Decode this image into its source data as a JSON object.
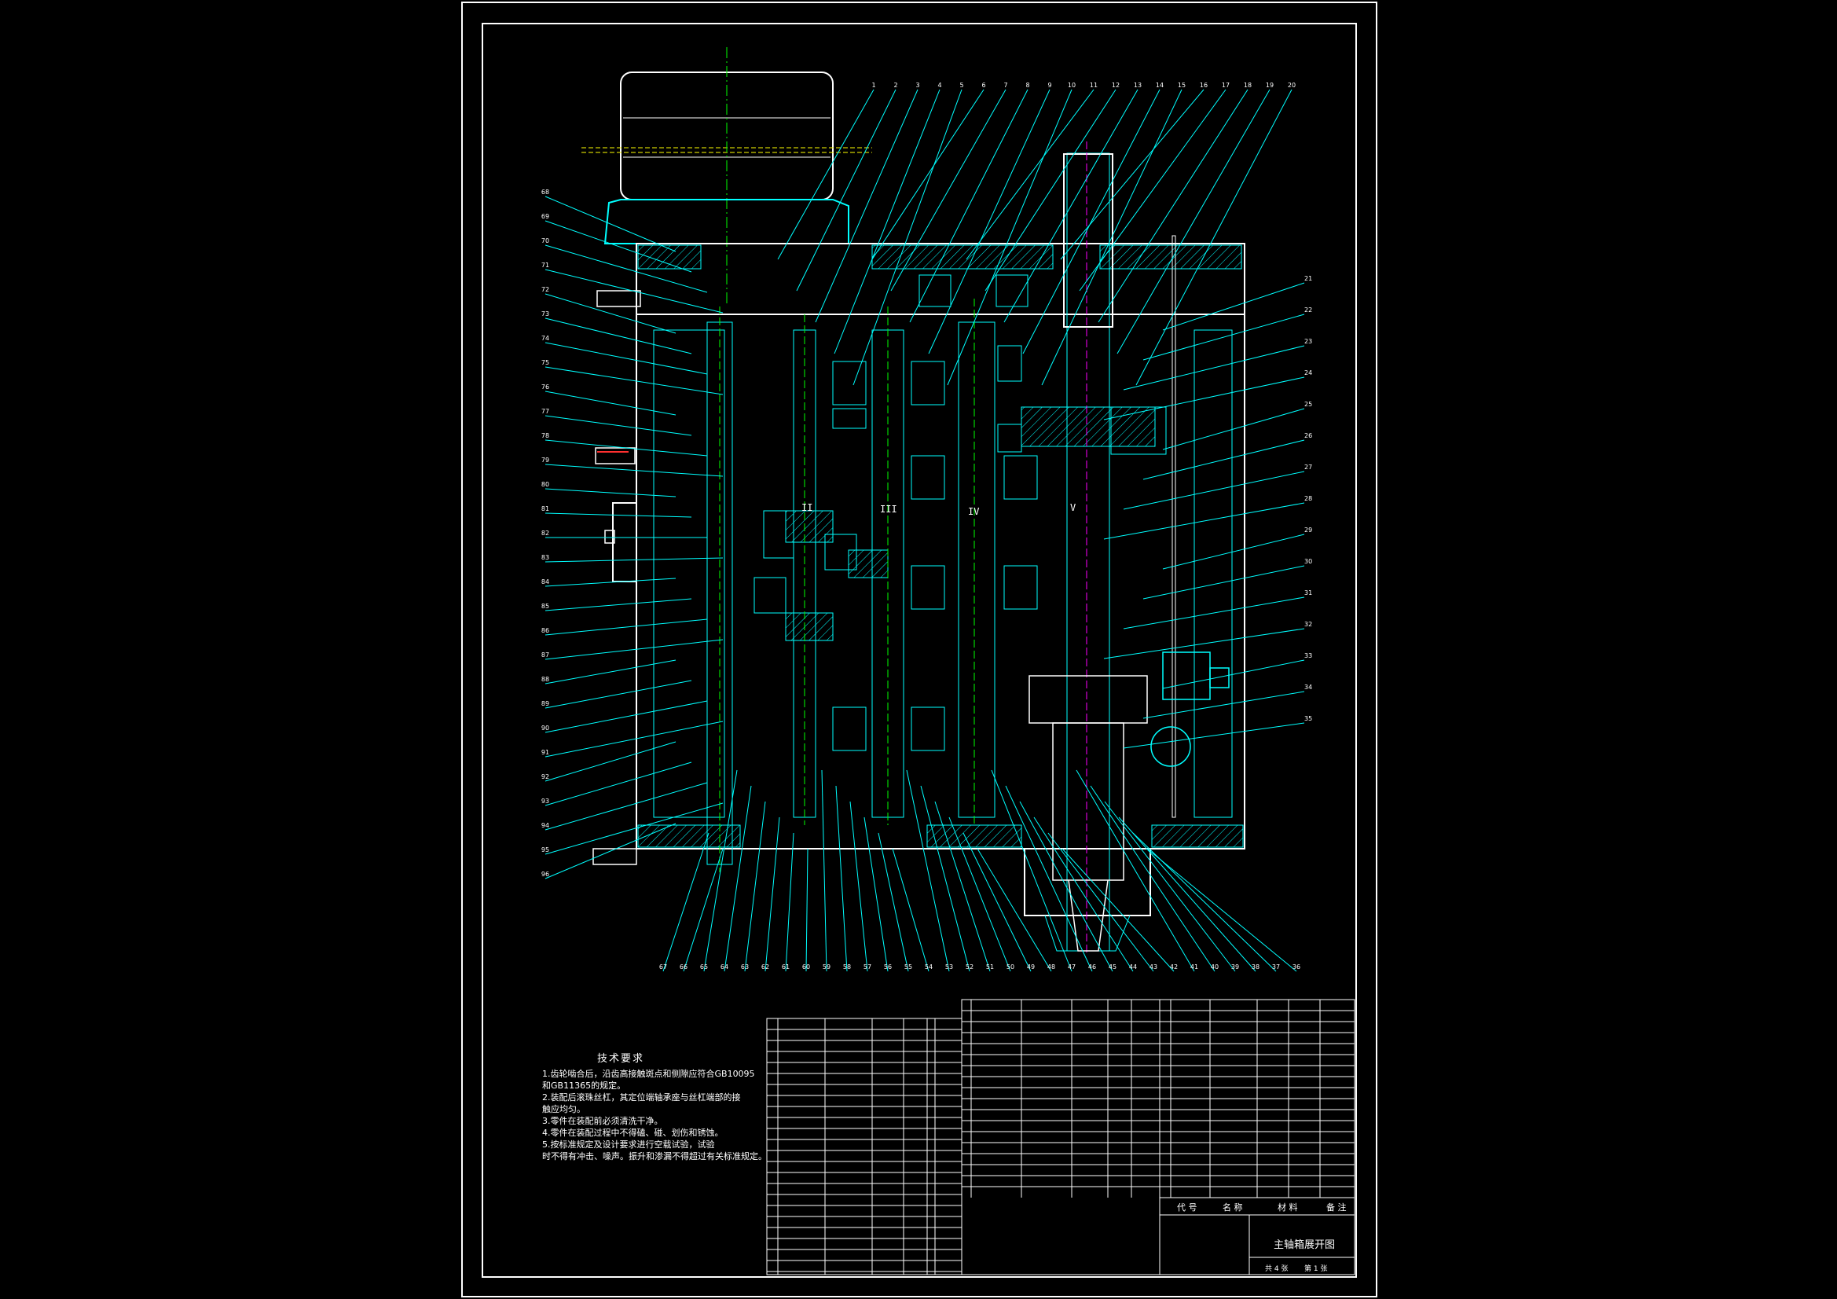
{
  "drawing": {
    "title_cn": "主轴箱展开图",
    "sheet_info": [
      "共 4 张",
      "第 1 张"
    ],
    "header_labels": {
      "code": "代 号",
      "name": "名 称",
      "material": "材 料",
      "remark": "备 注"
    },
    "shaft_labels": [
      "II",
      "III",
      "IV",
      "V"
    ],
    "technical_requirements": {
      "heading": "技术要求",
      "lines": [
        "1.齿轮啮合后，沿齿高接触斑点和侧隙应符合GB10095",
        "   和GB11365的规定。",
        "2.装配后滚珠丝杠，其定位端轴承座与丝杠端部的接",
        "   触应均匀。",
        "3.零件在装配前必须清洗干净。",
        "4.零件在装配过程中不得磕、碰、划伤和锈蚀。",
        "5.按标准规定及设计要求进行空载试验，试验",
        "   时不得有冲击、噪声。振升和渗漏不得超过有关标准规定。"
      ]
    },
    "top_callouts": [
      "1",
      "2",
      "3",
      "4",
      "5",
      "6",
      "7",
      "8",
      "9",
      "10",
      "11",
      "12",
      "13",
      "14",
      "15",
      "16",
      "17",
      "18",
      "19",
      "20"
    ],
    "right_callouts": [
      "21",
      "22",
      "23",
      "24",
      "25",
      "26",
      "27",
      "28",
      "29",
      "30",
      "31",
      "32",
      "33",
      "34",
      "35"
    ],
    "bottom_callouts": [
      "36",
      "37",
      "38",
      "39",
      "40",
      "41",
      "42",
      "43",
      "44",
      "45",
      "46",
      "47",
      "48",
      "49",
      "50",
      "51",
      "52",
      "53",
      "54",
      "55",
      "56",
      "57",
      "58",
      "59",
      "60",
      "61",
      "62",
      "63",
      "64",
      "65",
      "66",
      "67"
    ],
    "left_callouts": [
      "68",
      "69",
      "70",
      "71",
      "72",
      "73",
      "74",
      "75",
      "76",
      "77",
      "78",
      "79",
      "80",
      "81",
      "82",
      "83",
      "84",
      "85",
      "86",
      "87",
      "88",
      "89",
      "90",
      "91",
      "92",
      "93",
      "94",
      "95",
      "96"
    ]
  },
  "colors": {
    "line": "#00ffff",
    "white": "#ffffff",
    "green": "#00ff00",
    "yellow": "#ffff00",
    "magenta": "#ff00ff",
    "red": "#ff3030",
    "blue": "#3060ff"
  }
}
